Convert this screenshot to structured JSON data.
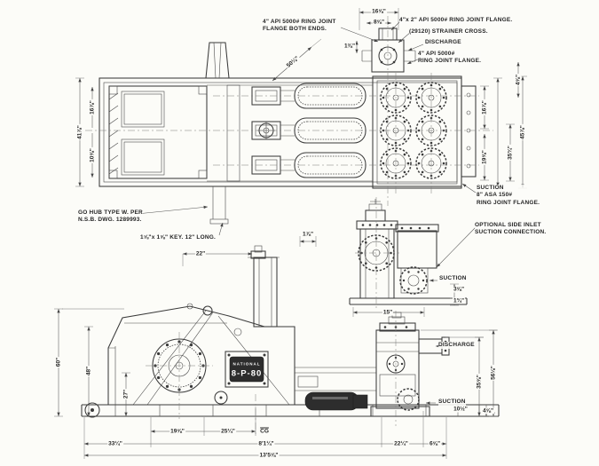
{
  "nameplate": {
    "brand": "NATIONAL",
    "model": "8-P-80"
  },
  "callouts": {
    "flange_both_ends": "4\" API 5000# RING JOINT\nFLANGE BOTH ENDS.",
    "flange_4x2": "4\"x 2\" API 5000# RING JOINT FLANGE.",
    "strainer_cross": "(29120) STRAINER CROSS.",
    "discharge_top": "DISCHARGE",
    "flange_4api": "4\" API 5000#\nRING JOINT FLANGE.",
    "suction_flange": "SUCTION\n8\" ASA 150#\nRING JOINT FLANGE.",
    "optional_inlet": "OPTIONAL SIDE INLET\nSUCTION CONNECTION.",
    "hub_note": "GO HUB TYPE W. PER\nN.S.B. DWG. 1289993.",
    "key_note": "1⅝\"x 1⅝\" KEY. 12\" LONG.",
    "suction_end_view": "SUCTION",
    "discharge_elev": "DISCHARGE",
    "suction_elev": "SUCTION"
  },
  "dimensions": {
    "plan_top_width": "16⅝\"",
    "plan_top_inner": "8⅝\"",
    "plan_cross_offset": "1⅜\"",
    "plan_diagonal": "50¼\"",
    "plan_left_outer": "41⅞\"",
    "plan_left_upper": "16⅞\"",
    "plan_left_lower": "10⅝\"",
    "plan_right_upper": "16⅞\"",
    "plan_right_lower": "19⅝\"",
    "plan_right_mid": "35¾\"",
    "plan_right_small": "4⅝\"",
    "plan_right_outer": "45⅞\"",
    "end_view_width": "15\"",
    "end_small_a": "3⅝\"",
    "end_small_b": "1¾\"",
    "elev_tower_offset": "22\"",
    "elev_rod": "1⅞\"",
    "elev_left_outer": "60\"",
    "elev_left_mid": "48\"",
    "elev_left_inner": "27\"",
    "elev_right_outer": "56⅛\"",
    "elev_right_inner": "35⅝\"",
    "elev_right_small_a": "10½\"",
    "elev_right_small_b": "4⅝\"",
    "base_19": "19⅝\"",
    "base_25": "25¼\"",
    "base_cg": "CG",
    "base_33": "33¼\"",
    "base_8ft": "8'1¼\"",
    "base_22": "22¼\"",
    "base_6": "6⅝\"",
    "base_13ft": "13'5⅝\""
  }
}
